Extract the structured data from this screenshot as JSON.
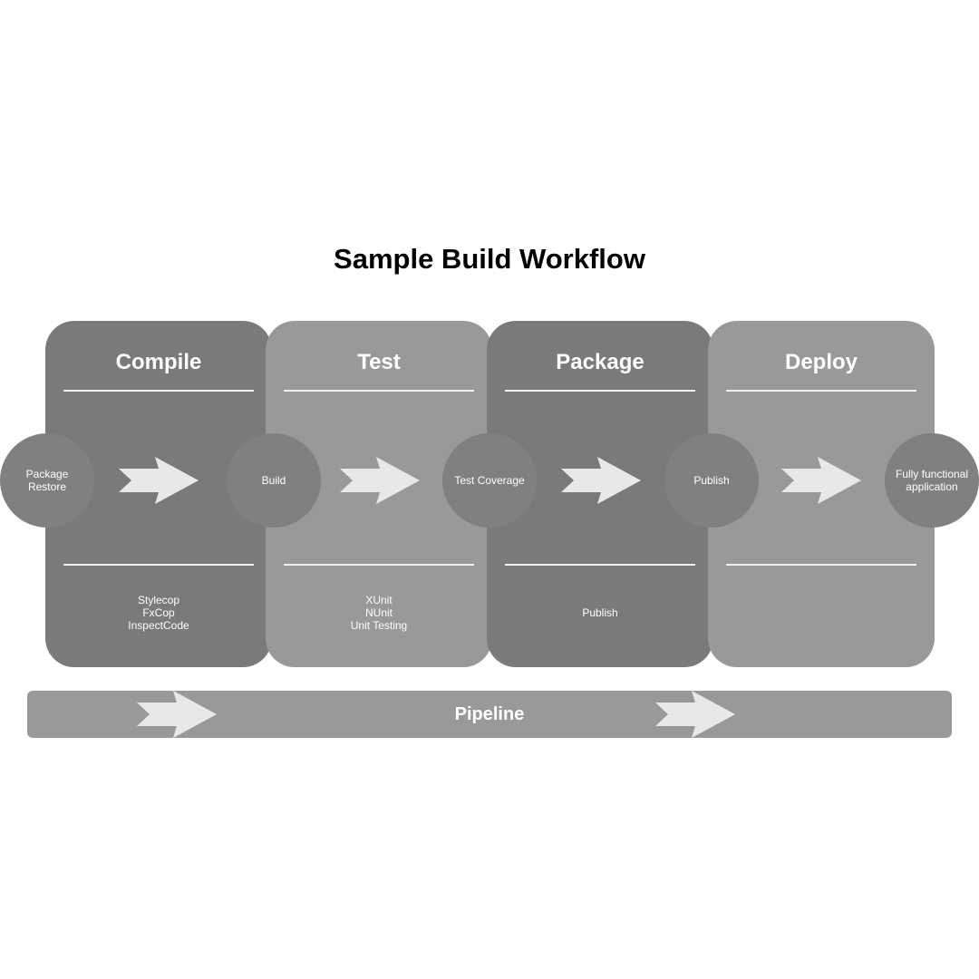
{
  "title": "Sample Build Workflow",
  "colors": {
    "stage_dark": "#7a7a7a",
    "stage_light": "#999999",
    "circle": "#808080",
    "arrow": "#e8e8e8",
    "text": "#ffffff"
  },
  "stages": [
    {
      "name": "Compile",
      "tools": [
        "Stylecop",
        "FxCop",
        "InspectCode"
      ]
    },
    {
      "name": "Test",
      "tools": [
        "XUnit",
        "NUnit",
        "Unit Testing"
      ]
    },
    {
      "name": "Package",
      "tools": [
        "Publish"
      ]
    },
    {
      "name": "Deploy",
      "tools": []
    }
  ],
  "steps": [
    "Package\nRestore",
    "Build",
    "Test Coverage",
    "Publish",
    "Fully functional\napplication"
  ],
  "pipeline": {
    "label": "Pipeline"
  },
  "icons": {
    "arrow": "chevron-arrow-right-icon"
  }
}
